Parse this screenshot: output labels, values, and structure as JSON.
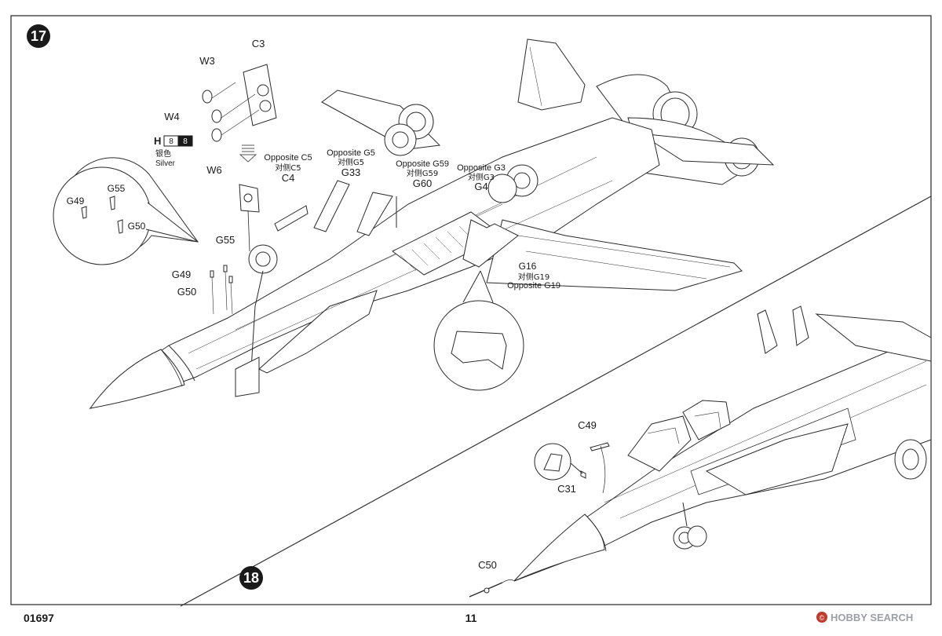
{
  "steps": {
    "step17": "17",
    "step18": "18"
  },
  "footer": {
    "product_code": "01697",
    "page_number": "11",
    "watermark_brand": "HOBBY SEARCH"
  },
  "paint": {
    "code": "H",
    "swatch_a": "8",
    "swatch_b": "8",
    "name_cn": "银色",
    "name_en": "Silver"
  },
  "step17_labels": {
    "c3": "C3",
    "w3": "W3",
    "w4": "W4",
    "w6": "W6",
    "opp_c5": "Opposite C5",
    "opp_c5_cn": "对侧C5",
    "c4": "C4",
    "opp_g5": "Opposite G5",
    "opp_g5_cn": "对侧G5",
    "g33": "G33",
    "opp_g59": "Opposite G59",
    "opp_g59_cn": "对侧G59",
    "g60": "G60",
    "opp_g3": "Opposite G3",
    "opp_g3_cn": "对侧G3",
    "g4": "G4",
    "g16": "G16",
    "opp_g19_cn": "对侧G19",
    "opp_g19": "Opposite G19",
    "g55": "G55",
    "g49": "G49",
    "g50": "G50",
    "detail_g49": "G49",
    "detail_g55": "G55",
    "detail_g50": "G50"
  },
  "step18_labels": {
    "c49": "C49",
    "c31": "C31",
    "c50": "C50"
  },
  "colors": {
    "ink": "#1a1a1a",
    "line": "#2a2a2a",
    "swatch_dark": "#1a1a1a",
    "watermark": "#c0392b"
  }
}
